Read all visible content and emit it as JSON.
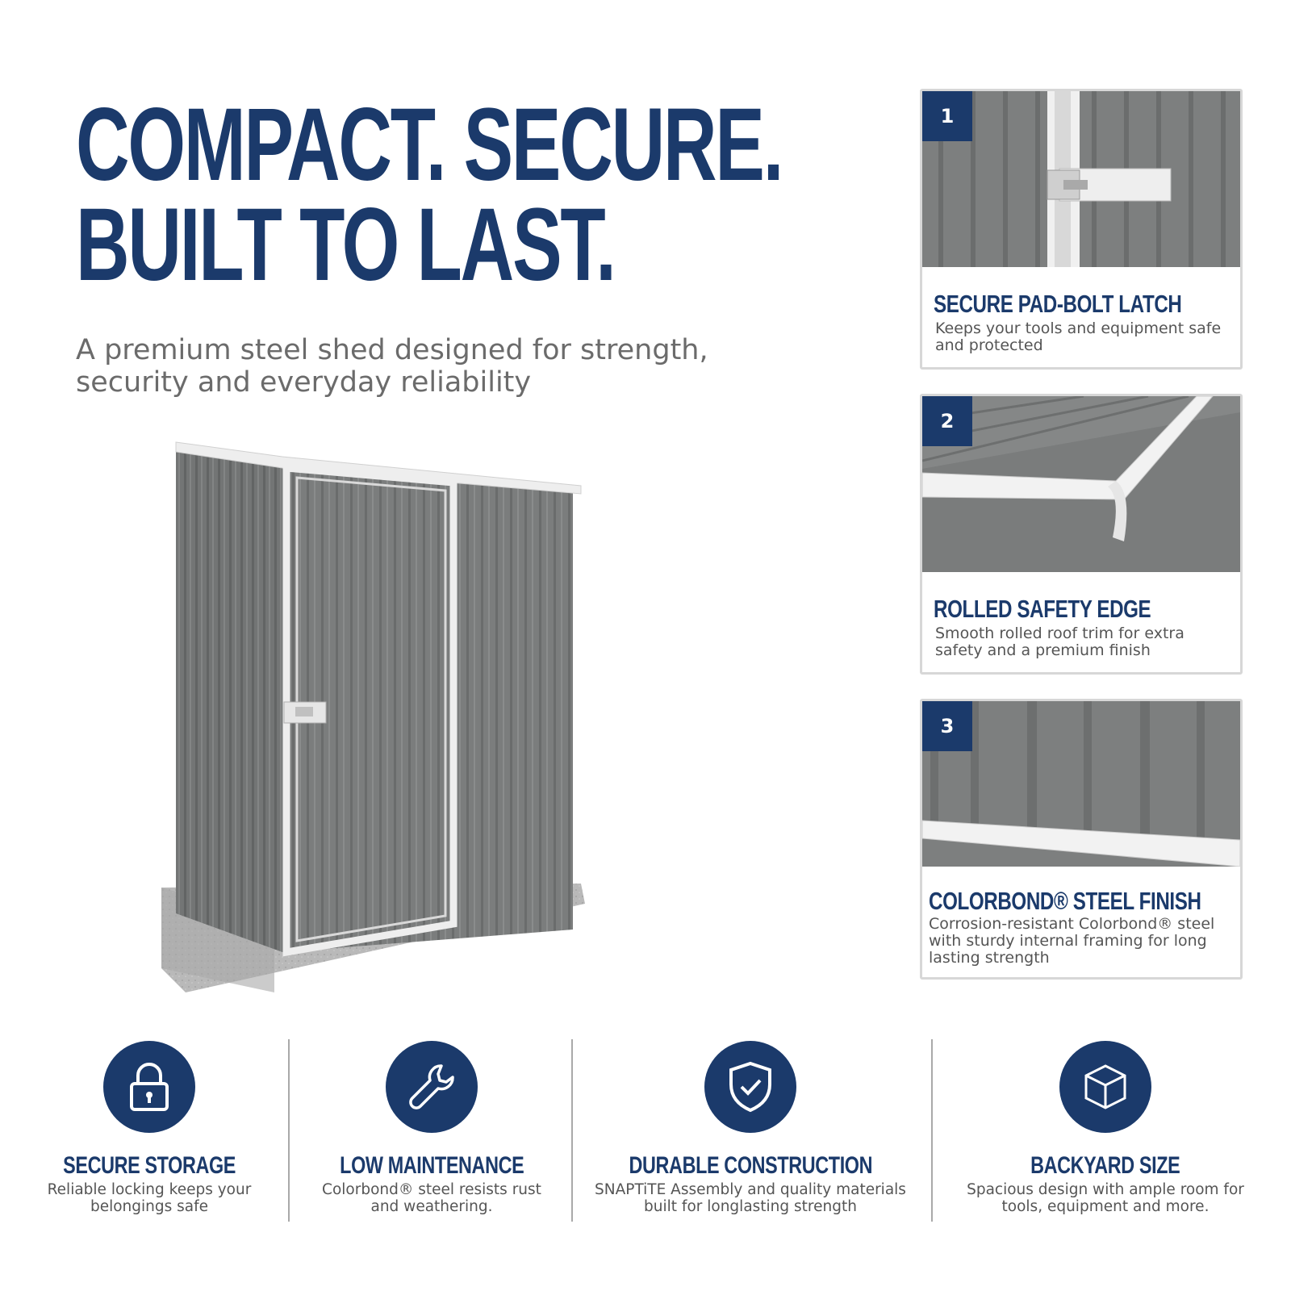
{
  "headline": {
    "line1": "COMPACT. SECURE.",
    "line2": "BUILT TO LAST."
  },
  "subheadline": "A premium steel shed designed for strength, security and everyday reliability",
  "colors": {
    "navy": "#1b3a6b",
    "steel": "#7a7c7c",
    "white_trim": "#f2f2f2",
    "gray_text": "#6b6b6b"
  },
  "cards": [
    {
      "number": "1",
      "title": "SECURE PAD-BOLT LATCH",
      "description": "Keeps your tools and equipment safe and protected"
    },
    {
      "number": "2",
      "title": "ROLLED SAFETY EDGE",
      "description": "Smooth rolled roof trim for extra safety and a premium finish"
    },
    {
      "number": "3",
      "title": "COLORBOND® STEEL FINISH",
      "description": "Corrosion-resistant Colorbond® steel with sturdy internal framing for long lasting strength"
    }
  ],
  "features": [
    {
      "icon": "padlock-icon",
      "title": "SECURE STORAGE",
      "description": "Reliable locking keeps your belongings safe"
    },
    {
      "icon": "wrench-icon",
      "title": "LOW MAINTENANCE",
      "description": "Colorbond® steel resists rust and weathering."
    },
    {
      "icon": "shield-check-icon",
      "title": "DURABLE CONSTRUCTION",
      "description": "SNAPTiTE Assembly and quality materials built for longlasting strength"
    },
    {
      "icon": "cube-icon",
      "title": "BACKYARD SIZE",
      "description": "Spacious design with ample room for tools, equipment and more."
    }
  ]
}
